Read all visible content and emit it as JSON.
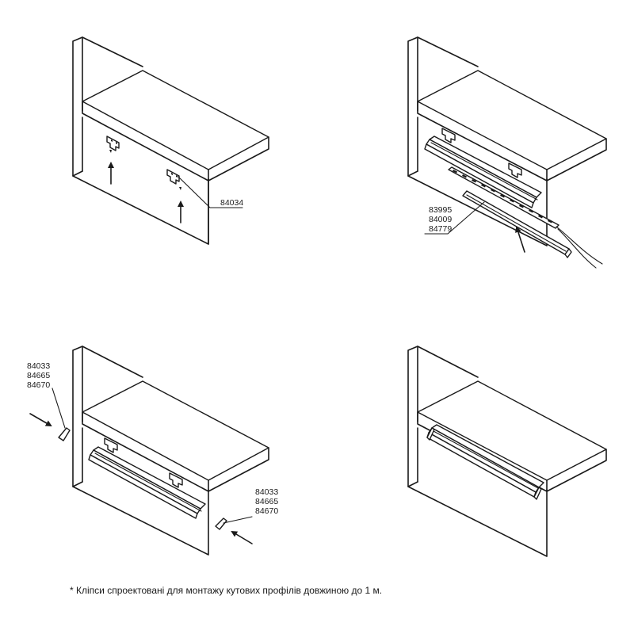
{
  "panels": {
    "step1": {
      "callouts": [
        "84034"
      ]
    },
    "step2": {
      "callouts": [
        "83995",
        "84009",
        "84779"
      ]
    },
    "step3": {
      "callouts_left": [
        "84033",
        "84665",
        "84670"
      ],
      "callouts_right": [
        "84033",
        "84665",
        "84670"
      ]
    },
    "step4": {
      "callouts": []
    }
  },
  "footnote": "* Кліпси спроектовані для монтажу кутових профілів довжиною до 1 м.",
  "colors": {
    "line": "#1a1a1a",
    "background": "#ffffff"
  }
}
